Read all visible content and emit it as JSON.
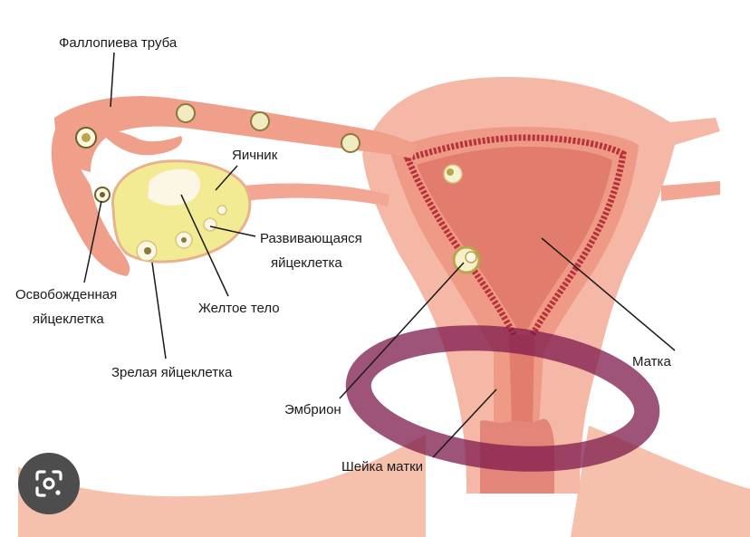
{
  "labels": {
    "fallopian_tube": "Фаллопиева труба",
    "ovary": "Яичник",
    "developing_egg_line1": "Развивающаяся",
    "developing_egg_line2": "яйцеклетка",
    "released_egg_line1": "Освобожденная",
    "released_egg_line2": "яйцеклетка",
    "corpus_luteum": "Желтое тело",
    "mature_egg": "Зрелая яйцеклетка",
    "uterus": "Матка",
    "embryo": "Эмбрион",
    "cervix": "Шейка матки"
  },
  "colors": {
    "tissue_outer": "#f6b8a6",
    "tissue_mid": "#ee9a86",
    "tissue_inner": "#e27d6d",
    "endometrium": "#b8323b",
    "ovary": "#f2eb94",
    "band": "#7d1a4c",
    "lens_button": "#4d4d4d"
  },
  "icons": {
    "lens": "google-lens-icon"
  }
}
